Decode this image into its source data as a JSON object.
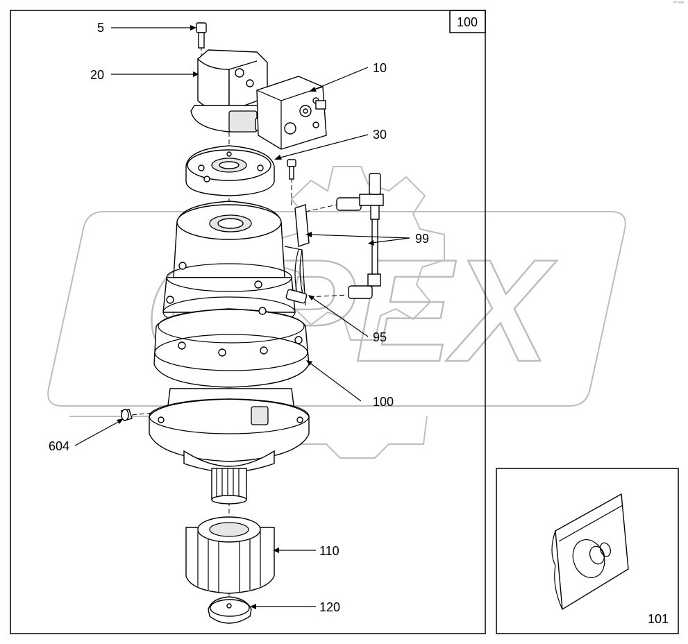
{
  "diagram": {
    "top_mark": "ᵒᴾ ˢᵉᵉˢ",
    "box_label": "100",
    "kit_label": "101",
    "watermark": "OPEX",
    "callouts": {
      "c5": "5",
      "c20": "20",
      "c10": "10",
      "c30": "30",
      "c99": "99",
      "c95": "95",
      "c100": "100",
      "c604": "604",
      "c110": "110",
      "c120": "120"
    }
  }
}
